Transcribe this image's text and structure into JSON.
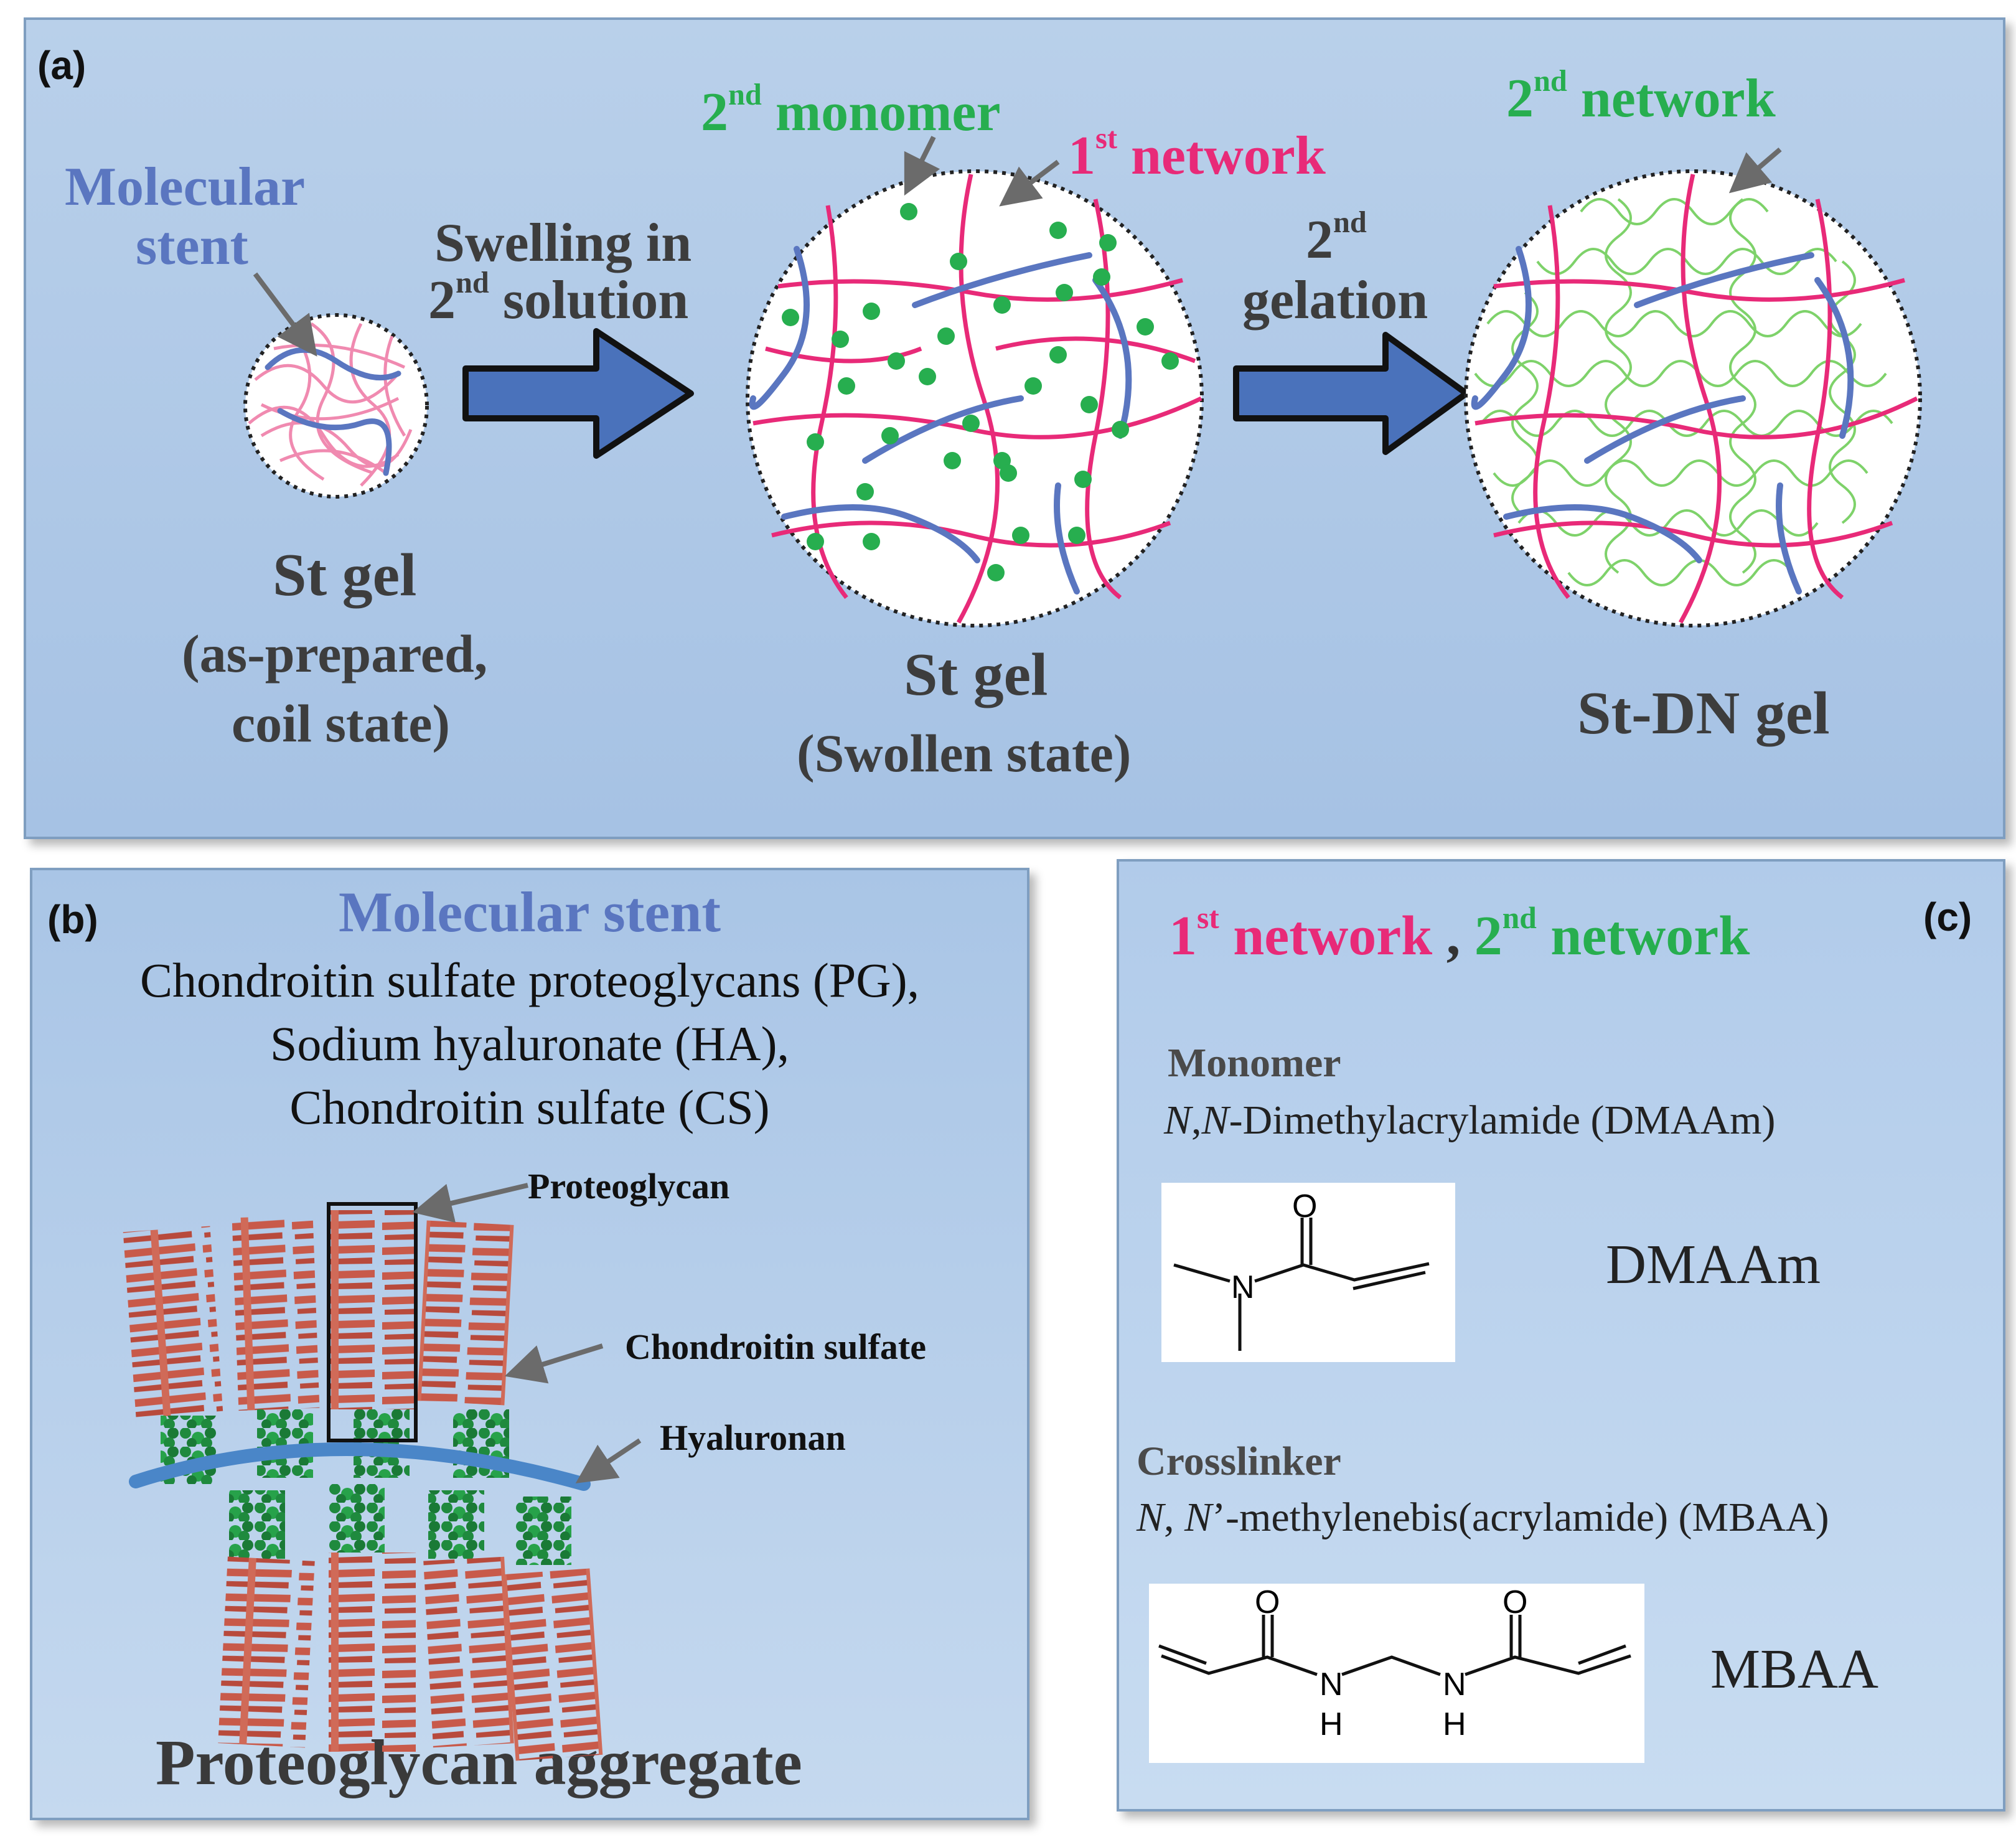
{
  "panel_a": {
    "label": "(a)",
    "molecular_stent_line1": "Molecular",
    "molecular_stent_line2": "stent",
    "swelling_line1": "Swelling in",
    "swelling_sup": "nd",
    "swelling_line2": "solution",
    "second_monomer_sup": "nd",
    "second_monomer": "monomer",
    "first_network_sup": "st",
    "first_network": "network",
    "gelation_sup": "nd",
    "gelation": "gelation",
    "second_network_sup": "nd",
    "second_network": "network",
    "st_gel_title": "St gel",
    "st_gel_sub1": "(as-prepared,",
    "st_gel_sub2": "coil state)",
    "swollen_title": "St gel",
    "swollen_sub": "(Swollen state)",
    "stdn_title": "St-DN gel"
  },
  "panel_b": {
    "label": "(b)",
    "title": "Molecular stent",
    "line1": "Chondroitin sulfate proteoglycans (PG),",
    "line2": "Sodium hyaluronate (HA),",
    "line3": "Chondroitin sulfate (CS)",
    "proteoglycan": "Proteoglycan",
    "chondroitin_sulfate": "Chondroitin sulfate",
    "hyaluronan": "Hyaluronan",
    "caption": "Proteoglycan aggregate"
  },
  "panel_c": {
    "label": "(c)",
    "first_network_sup": "st",
    "first_network": "network",
    "comma": ",",
    "second_network_sup": "nd",
    "second_network": "network",
    "monomer_heading": "Monomer",
    "monomer_name_n1": "N",
    "monomer_name_sep": ",",
    "monomer_name_n2": "N",
    "monomer_name_rest": "-Dimethylacrylamide (DMAAm)",
    "dmaam_label": "DMAAm",
    "dmaam_o": "O",
    "dmaam_n": "N",
    "crosslinker_heading": "Crosslinker",
    "crosslinker_n1": "N",
    "crosslinker_sep": ", ",
    "crosslinker_n2": "N",
    "crosslinker_rest": "’-methylenebis(acrylamide) (MBAA)",
    "mbaa_label": "MBAA",
    "mbaa_o1": "O",
    "mbaa_o2": "O",
    "mbaa_n1": "N",
    "mbaa_n2": "N",
    "mbaa_h1": "H",
    "mbaa_h2": "H"
  },
  "colors": {
    "first_network": "#e82a78",
    "second_network": "#27ae4f",
    "stent": "#5a76c0",
    "arrow_fill": "#4a72bb",
    "pg_red": "#c85a4a",
    "cs_green": "#1f8a3e",
    "hyaluronan_blue": "#4a86c8"
  }
}
